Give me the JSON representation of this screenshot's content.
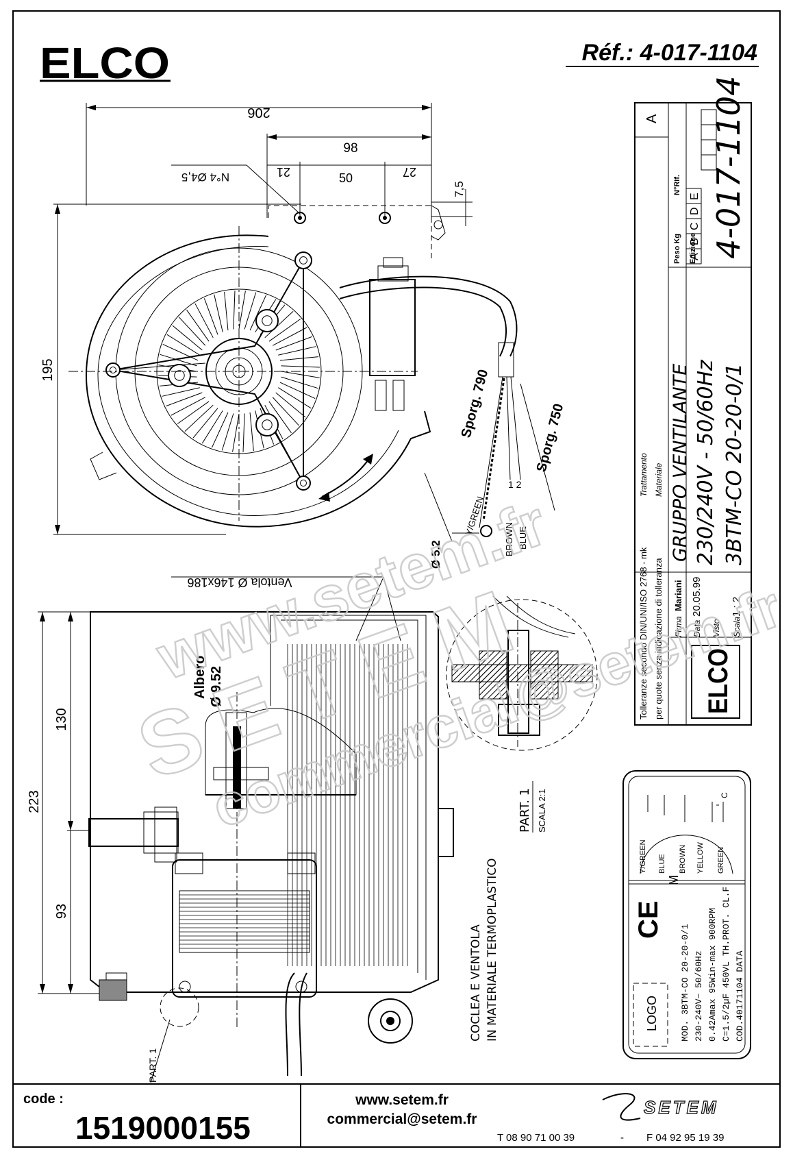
{
  "brand": {
    "logo": "ELCO"
  },
  "header": {
    "reference": "Réf.: 4-017-1104"
  },
  "dimensions": {
    "d206": "206",
    "d98": "98",
    "d21": "21",
    "d50": "50",
    "d27": "27",
    "d7_5": "7,5",
    "holes": "N°4 Ø4,5",
    "d195": "195",
    "ventola": "Ventola Ø 146x186",
    "d223": "223",
    "d130": "130",
    "d93": "93",
    "albero_label": "Albero",
    "albero_dia": "Ø 9.52",
    "sporg790": "Sporg. 790",
    "sporg750": "Sporg. 750",
    "ring": "Ø 5.2"
  },
  "wires": {
    "ygreen": "Y/GREEN",
    "brown": "BROWN",
    "blue": "BLUE",
    "pin12": "1 2"
  },
  "notes": {
    "coclea_line1": "COCLEA E VENTOLA",
    "coclea_line2": "IN MATERIALE TERMOPLASTICO",
    "part1": "PART. 1",
    "part1_detail": "PART. 1",
    "part1_scale": "SCALA 2:1"
  },
  "title_block": {
    "revision": "A",
    "peso": "Peso Kg",
    "nrif": "N°Rif.",
    "edizione": "Edizione",
    "editions": [
      "A",
      "B",
      "C",
      "D",
      "E"
    ],
    "drawing_no": "4-017-1104",
    "tolleranze1": "Tolleranze secondo DIN/UNI/ISO 2768 - mk",
    "trattamento": "Trattamento",
    "tolleranze2": "per quote senza indicazione di tolleranza",
    "materiale": "Materiale",
    "gruppo": "GRUPPO VENTILANTE",
    "voltage": "230/240V  -  50/60Hz",
    "model": "3BTM-CO 20-20-0/1",
    "firma_label": "Firma",
    "firma_value": "Mariani",
    "data_label": "Data",
    "data_value": "20.05.99",
    "visto_label": "Visto",
    "scala_label": "Scala",
    "scala_value": "1 : 2",
    "logo": "ELCO"
  },
  "label_plate": {
    "wires": [
      "Y/GREEN",
      "BLUE",
      "BROWN",
      "YELLOW",
      "GREEN"
    ],
    "cap": "C",
    "motor": "M",
    "ce": "CE",
    "logo": "LOGO",
    "lines": [
      "MOD. 3BTM-CO  20-20-0/1",
      "230-240V~   50/60Hz",
      "0.42Amax 95Win-max  900RPM",
      "C=1.5/2µF 450VL  TH.PROT. CL.F",
      "COD.40171104     DATA"
    ]
  },
  "footer": {
    "code_label": "code :",
    "code_value": "1519000155",
    "website": "www.setem.fr",
    "email": "commercial@setem.fr",
    "brand": "SETEM",
    "tel": "T 08 90 71 00 39",
    "sep": "-",
    "fax": "F 04 92 95 19 39"
  },
  "watermark": {
    "site": "www.setem.fr",
    "name": "SETEM",
    "email": "commercial@setem.fr"
  }
}
